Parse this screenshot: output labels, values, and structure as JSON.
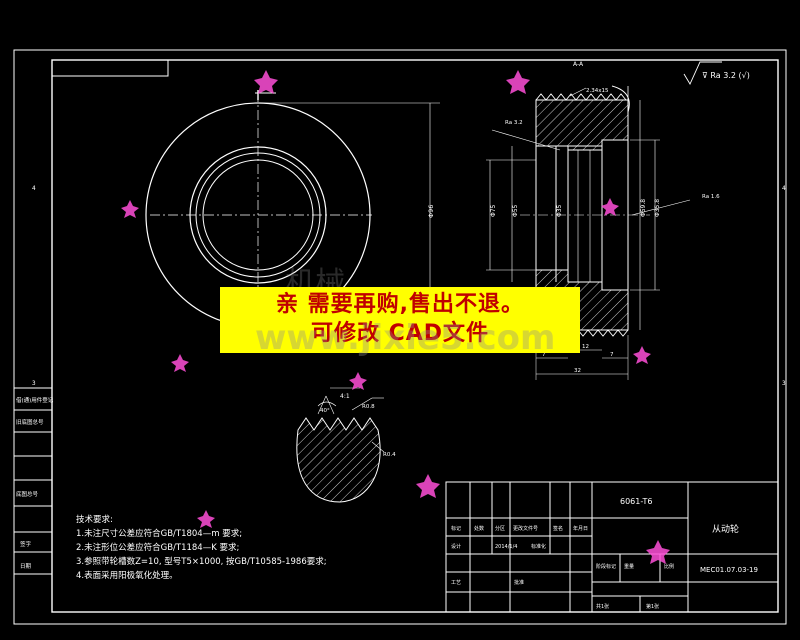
{
  "drawing": {
    "section_label": "A-A",
    "zone_markers": [
      "4",
      "4",
      "3"
    ],
    "roughness_note": "⊽ Ra 3.2 (√)",
    "dims": {
      "thread": "2.34x15",
      "ra_left": "Ra 3.2",
      "ra_right": "Ra 1.6",
      "dia_outer": "Φ96",
      "dia_a": "Φ75",
      "dia_b": "Φ55",
      "dia_c": "Φ35",
      "dia_d": "Φ35.8",
      "dia_e": "Φ59.8",
      "len_total": "32",
      "len_a": "7",
      "len_b": "7",
      "len_c": "12",
      "detail_scale": "4:1",
      "tooth_angle": "40°",
      "tooth_r": "R0.8",
      "tooth_r2": "R0.4"
    },
    "tech_req_title": "技术要求:",
    "tech_req": [
      "1.未注尺寸公差应符合GB/T1804—m 要求;",
      "2.未注形位公差应符合GB/T1184—K 要求;",
      "3.参照带轮槽数Z=10, 型号T5×1000, 按GB/T10585-1986要求;",
      "4.表面采用阳极氧化处理。"
    ],
    "side_labels": [
      "借(通)用件登记",
      "旧底图总号",
      "底图总号",
      "签字",
      "日期"
    ]
  },
  "title_block": {
    "part_code": "6061-T6",
    "part_name": "从动轮",
    "drawing_no": "MEC01.07.03-19",
    "designer": "设计",
    "date_label": "2014/1/4",
    "std_label": "标准化",
    "process_label": "工艺",
    "approve_label": "批准",
    "sheets": "共1张",
    "sheet_no": "第1张",
    "stage_label": "阶段标记",
    "weight_label": "重量",
    "scale_label": "比例",
    "mark_label": "标记",
    "count_label": "处数",
    "zone_label": "分区",
    "doc_label": "更改文件号",
    "sign_label": "签名",
    "ymd_label": "年月日"
  },
  "banner": {
    "line1": "亲 需要再购,售出不退。",
    "line2": "可修改 CAD文件"
  },
  "watermark": {
    "text": "www.jixie5.com",
    "cn": "机械"
  },
  "colors": {
    "line": "#ffffff",
    "banner_bg": "#ffff00",
    "banner_text": "#c00000"
  }
}
